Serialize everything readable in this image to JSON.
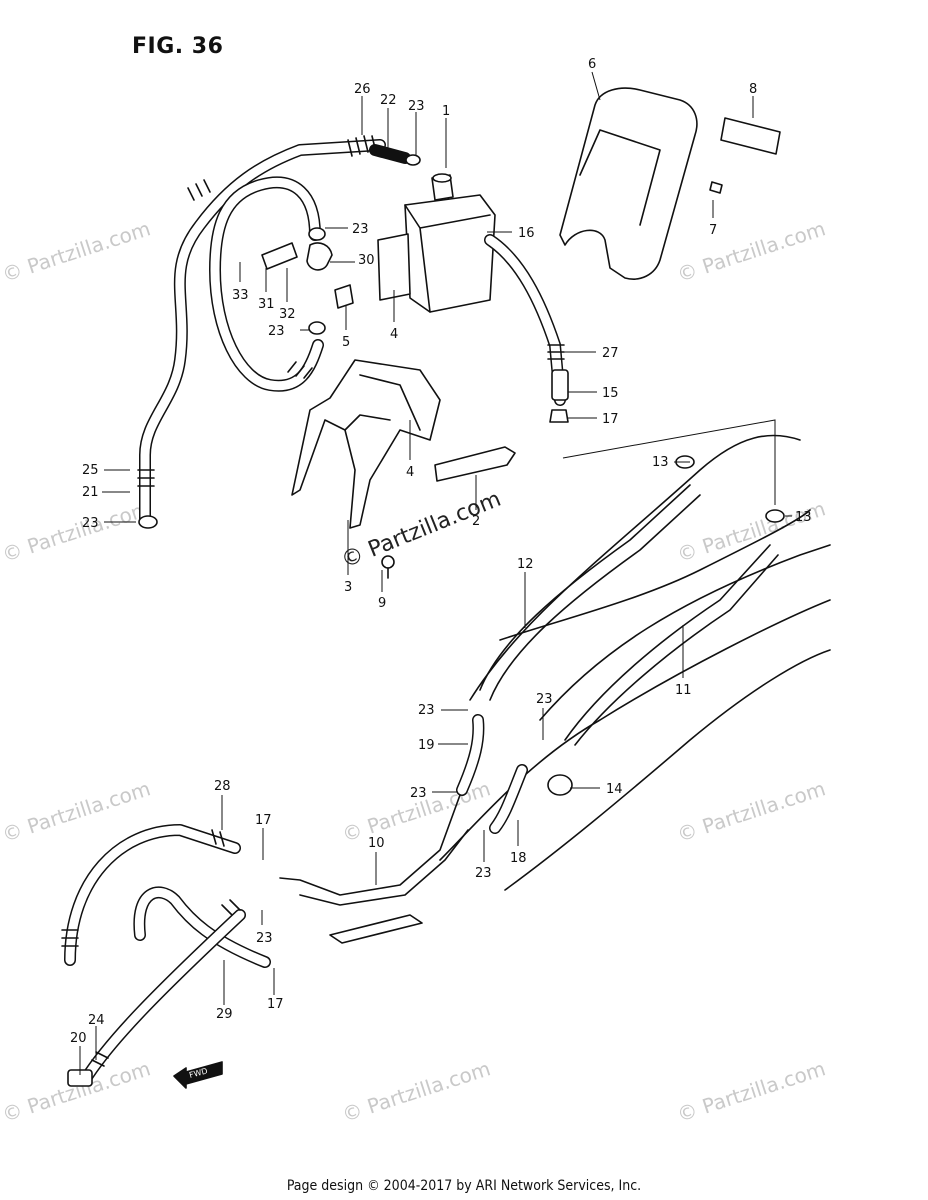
{
  "figure": {
    "title": "FIG. 36",
    "footer": "Page design © 2004-2017 by ARI Network Services, Inc.",
    "fwd_label": "FWD"
  },
  "watermark": {
    "text": "© Partzilla.com",
    "center_text": "© Partzilla.com",
    "color": "#c9c9c9"
  },
  "callouts": [
    {
      "label": "26"
    },
    {
      "label": "22"
    },
    {
      "label": "23"
    },
    {
      "label": "1"
    },
    {
      "label": "6"
    },
    {
      "label": "8"
    },
    {
      "label": "7"
    },
    {
      "label": "16"
    },
    {
      "label": "23"
    },
    {
      "label": "30"
    },
    {
      "label": "33"
    },
    {
      "label": "31"
    },
    {
      "label": "32"
    },
    {
      "label": "5"
    },
    {
      "label": "23"
    },
    {
      "label": "4"
    },
    {
      "label": "27"
    },
    {
      "label": "15"
    },
    {
      "label": "17"
    },
    {
      "label": "13"
    },
    {
      "label": "13"
    },
    {
      "label": "25"
    },
    {
      "label": "21"
    },
    {
      "label": "23"
    },
    {
      "label": "4"
    },
    {
      "label": "2"
    },
    {
      "label": "3"
    },
    {
      "label": "9"
    },
    {
      "label": "12"
    },
    {
      "label": "11"
    },
    {
      "label": "23"
    },
    {
      "label": "23"
    },
    {
      "label": "19"
    },
    {
      "label": "23"
    },
    {
      "label": "14"
    },
    {
      "label": "18"
    },
    {
      "label": "23"
    },
    {
      "label": "10"
    },
    {
      "label": "28"
    },
    {
      "label": "17"
    },
    {
      "label": "23"
    },
    {
      "label": "17"
    },
    {
      "label": "29"
    },
    {
      "label": "20"
    },
    {
      "label": "24"
    }
  ]
}
